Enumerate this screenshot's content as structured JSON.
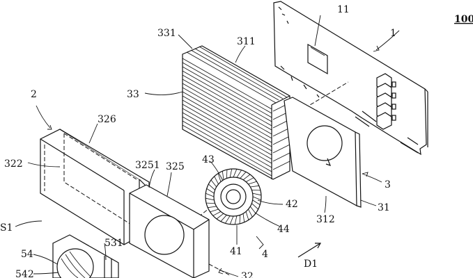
{
  "labels": {
    "l100": "100",
    "l11": "11",
    "l1": "1",
    "l331": "331",
    "l311": "311",
    "l33": "33",
    "l2": "2",
    "l326": "326",
    "l322": "322",
    "l3251": "3251",
    "l325": "325",
    "l43": "43",
    "l3": "3",
    "l42": "42",
    "l31": "31",
    "l312": "312",
    "l44": "44",
    "lS1": "S1",
    "l54": "54",
    "l531": "531",
    "l41": "41",
    "l4": "4",
    "lD1": "D1",
    "l542": "542",
    "l32": "32"
  }
}
